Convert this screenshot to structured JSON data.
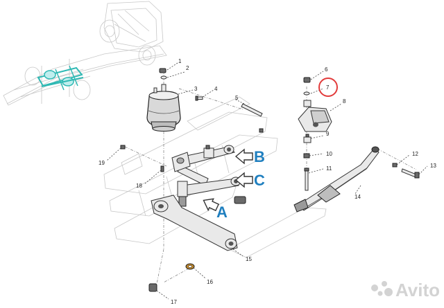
{
  "callouts": [
    {
      "id": "c1",
      "num": "1"
    },
    {
      "id": "c2",
      "num": "2"
    },
    {
      "id": "c3",
      "num": "3"
    },
    {
      "id": "c4",
      "num": "4"
    },
    {
      "id": "c5",
      "num": "5"
    },
    {
      "id": "c6",
      "num": "6"
    },
    {
      "id": "c7",
      "num": "7"
    },
    {
      "id": "c8",
      "num": "8"
    },
    {
      "id": "c9",
      "num": "9"
    },
    {
      "id": "c10",
      "num": "10"
    },
    {
      "id": "c11",
      "num": "11"
    },
    {
      "id": "c12",
      "num": "12"
    },
    {
      "id": "c13",
      "num": "13"
    },
    {
      "id": "c14",
      "num": "14"
    },
    {
      "id": "c15",
      "num": "15"
    },
    {
      "id": "c16",
      "num": "16"
    },
    {
      "id": "c17",
      "num": "17"
    },
    {
      "id": "c18",
      "num": "18"
    },
    {
      "id": "c19",
      "num": "19"
    }
  ],
  "markers": {
    "a": "A",
    "b": "B",
    "c": "C"
  },
  "highlight": {
    "ring_color": "#e23b3b",
    "ring_target": "7"
  },
  "colors": {
    "marker_text": "#1f7fbf",
    "overview_highlight": "#2fb9b4"
  },
  "watermark": {
    "text": "Avito"
  }
}
